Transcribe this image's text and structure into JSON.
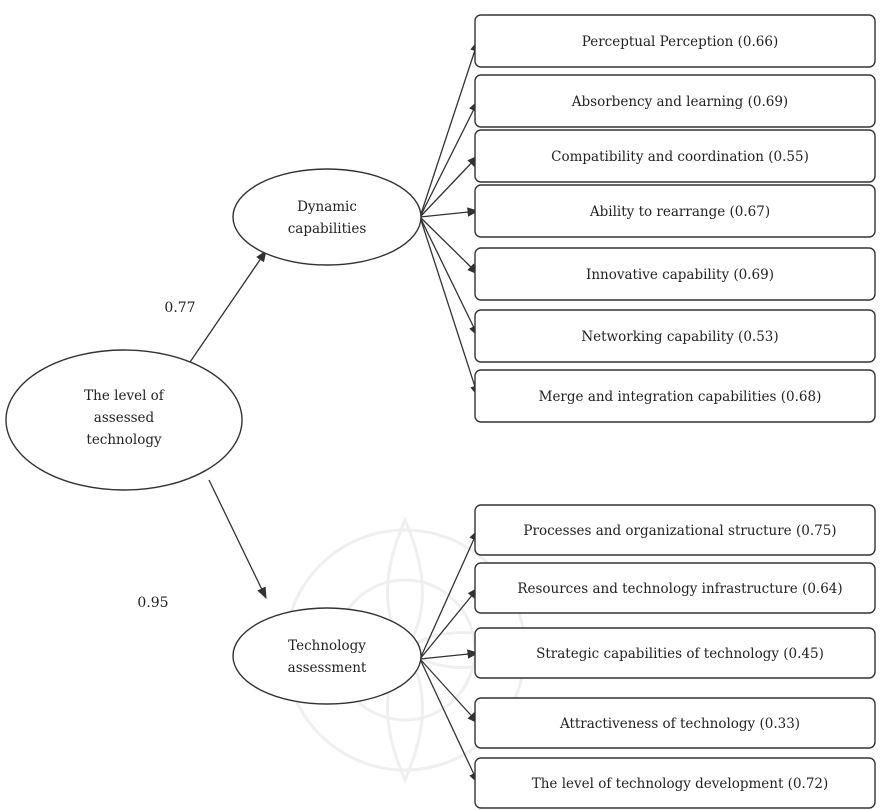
{
  "root": {
    "lines": [
      "The level of",
      "assessed",
      "technology"
    ]
  },
  "factors": [
    {
      "id": "dynamic",
      "lines": [
        "Dynamic",
        "capabilities"
      ],
      "loading": "0.77",
      "indicators": [
        "Perceptual Perception (0.66)",
        "Absorbency and learning (0.69)",
        "Compatibility and coordination (0.55)",
        "Ability to rearrange (0.67)",
        "Innovative capability (0.69)",
        "Networking capability (0.53)",
        "Merge and integration capabilities (0.68)"
      ]
    },
    {
      "id": "assessment",
      "lines": [
        "Technology",
        "assessment"
      ],
      "loading": "0.95",
      "indicators": [
        "Processes and organizational structure (0.75)",
        "Resources and technology infrastructure (0.64)",
        "Strategic capabilities of technology (0.45)",
        "Attractiveness of technology (0.33)",
        "The level of technology development (0.72)"
      ]
    }
  ]
}
